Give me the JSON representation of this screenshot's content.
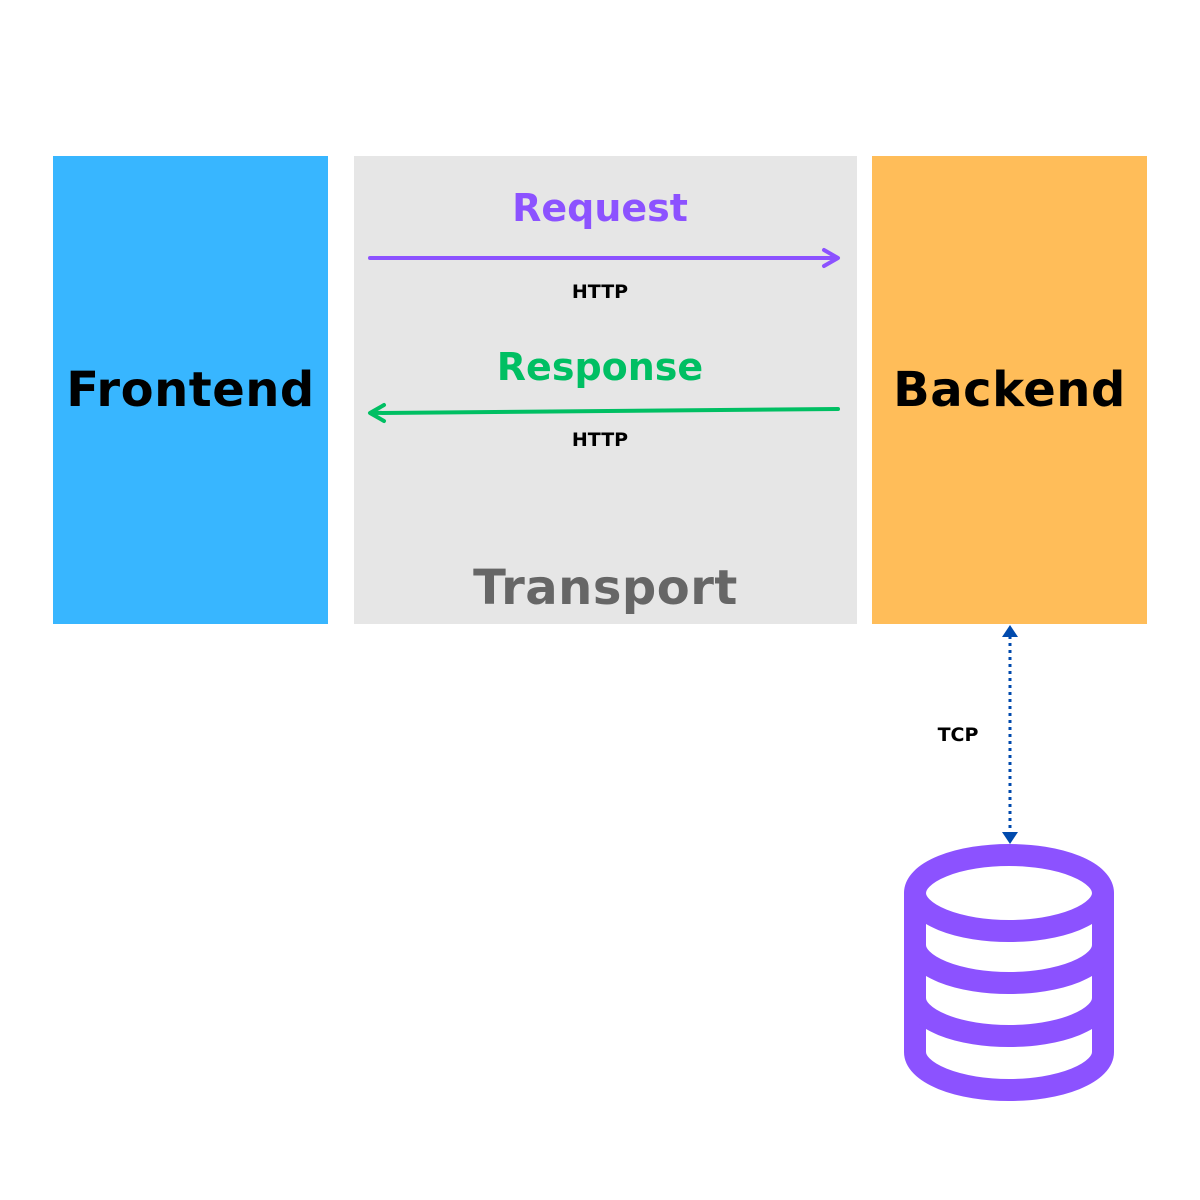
{
  "colors": {
    "frontend": "#38b6ff",
    "transport": "#e6e6e6",
    "backend": "#ffbd59",
    "request": "#8c52ff",
    "response": "#00bf63",
    "transport_text": "#666666",
    "tcp_link": "#004aad",
    "database": "#8c52ff"
  },
  "frontend": {
    "label": "Frontend"
  },
  "backend": {
    "label": "Backend"
  },
  "transport": {
    "label": "Transport",
    "request": {
      "label": "Request",
      "protocol": "HTTP"
    },
    "response": {
      "label": "Response",
      "protocol": "HTTP"
    }
  },
  "database_link": {
    "protocol": "TCP"
  },
  "database": {
    "icon": "database-icon"
  }
}
